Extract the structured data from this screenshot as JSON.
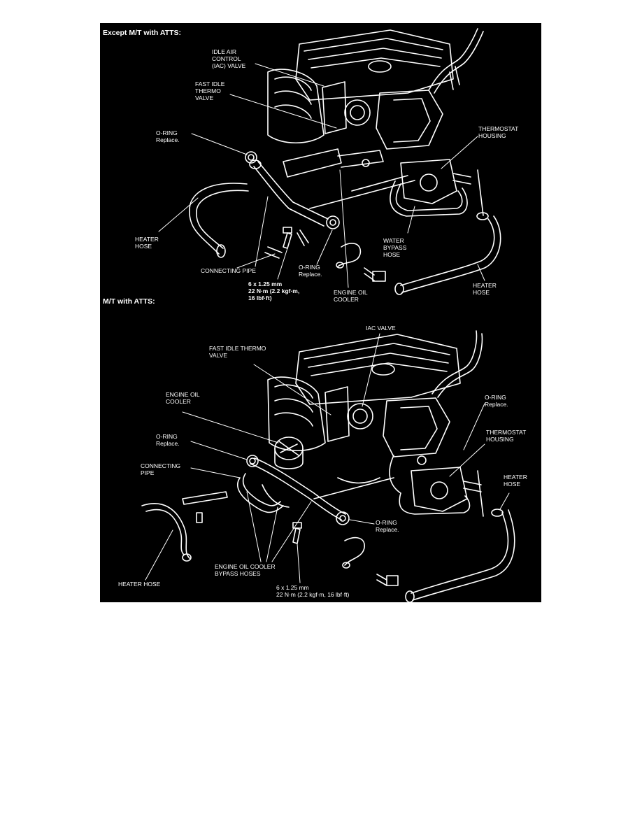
{
  "colors": {
    "background": "#000000",
    "ink": "#ffffff",
    "page": "#ffffff"
  },
  "top": {
    "title": "Except M/T with ATTS:",
    "labels": {
      "iac_valve": "IDLE AIR\nCONTROL\n(IAC) VALVE",
      "fast_idle": "FAST IDLE\nTHERMO\nVALVE",
      "oring1_head": "O-RING",
      "oring1_sub": "Replace.",
      "thermostat": "THERMOSTAT\nHOUSING",
      "heater_left": "HEATER\nHOSE",
      "water_bypass": "WATER\nBYPASS\nHOSE",
      "connecting_pipe": "CONNECTING PIPE",
      "oring2_head": "O-RING",
      "oring2_sub": "Replace.",
      "bolt_spec": "6 x 1.25 mm\n22 N·m (2.2 kgf·m,\n16 lbf·ft)",
      "engine_oil_cooler": "ENGINE OIL\nCOOLER",
      "heater_right": "HEATER\nHOSE"
    }
  },
  "bottom": {
    "title": "M/T with ATTS:",
    "labels": {
      "iac_valve": "IAC VALVE",
      "fast_idle": "FAST IDLE THERMO\nVALVE",
      "engine_oil_cooler": "ENGINE OIL\nCOOLER",
      "oring_top_head": "O-RING",
      "oring_top_sub": "Replace.",
      "thermostat": "THERMOSTAT\nHOUSING",
      "oring_left_head": "O-RING",
      "oring_left_sub": "Replace.",
      "connecting_pipe": "CONNECTING\nPIPE",
      "heater_right": "HEATER\nHOSE",
      "oring_mid_head": "O-RING",
      "oring_mid_sub": "Replace.",
      "bypass_hoses": "ENGINE OIL COOLER\nBYPASS HOSES",
      "heater_left": "HEATER HOSE",
      "bolt_spec": "6 x 1.25 mm\n22 N·m (2.2 kgf·m, 16 lbf·ft)"
    }
  }
}
